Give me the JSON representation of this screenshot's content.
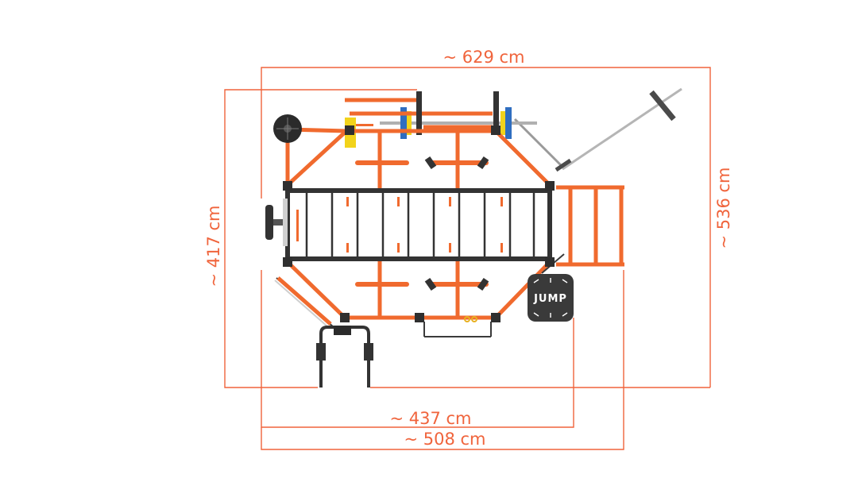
{
  "dimensions": {
    "top": "~ 629 cm",
    "right": "~ 536 cm",
    "left": "~ 417 cm",
    "bottom_inner": "~ 437 cm",
    "bottom_outer": "~ 508 cm"
  },
  "jump_pad": {
    "label": "JUMP"
  },
  "colors": {
    "dimension_lines": "#f0643c",
    "frame_orange": "#f06a2e",
    "frame_dark": "#3a3a3a",
    "plate_yellow": "#f2d31b",
    "plate_blue": "#2f6ec0"
  }
}
